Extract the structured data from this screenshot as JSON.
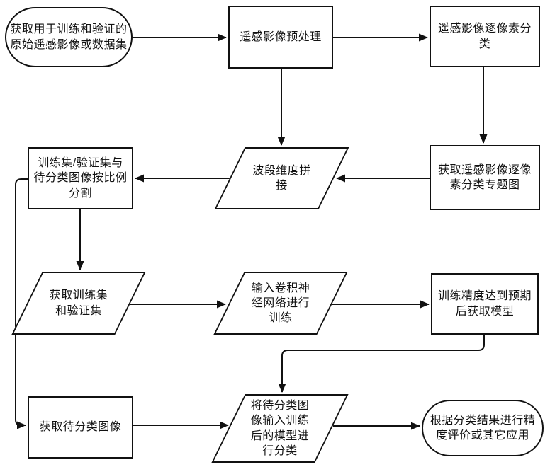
{
  "diagram": {
    "type": "flowchart",
    "line_color": "#111111",
    "shape_fill": "#ffffff",
    "nodes": {
      "start": {
        "shape": "terminator",
        "lines": [
          "获取用于训练和验证的",
          "原始遥感影像或数据集"
        ]
      },
      "preprocess": {
        "shape": "process",
        "lines": [
          "遥感影像预处理"
        ]
      },
      "perpixel": {
        "shape": "process",
        "lines": [
          "遥感影像逐像素分",
          "类"
        ]
      },
      "thematic": {
        "shape": "process",
        "lines": [
          "获取遥感影像逐像",
          "素分类专题图"
        ]
      },
      "band": {
        "shape": "parallelogram",
        "lines": [
          "波段维度拼",
          "接"
        ]
      },
      "split": {
        "shape": "process",
        "lines": [
          "训练集/验证集与",
          "待分类图像按比例",
          "分割"
        ]
      },
      "trainval": {
        "shape": "parallelogram",
        "lines": [
          "获取训练集",
          "和验证集"
        ]
      },
      "cnn": {
        "shape": "parallelogram",
        "lines": [
          "输入卷积神",
          "经网络进行",
          "训练"
        ]
      },
      "model": {
        "shape": "process",
        "lines": [
          "训练精度达到预期",
          "后获取模型"
        ]
      },
      "getimg": {
        "shape": "process",
        "lines": [
          "获取待分类图像"
        ]
      },
      "classify": {
        "shape": "parallelogram",
        "lines": [
          "将待分类图",
          "像输入训练",
          "后的模型进",
          "行分类"
        ]
      },
      "end": {
        "shape": "terminator",
        "lines": [
          "根据分类结果进行精",
          "度评价或其它应用"
        ]
      }
    },
    "edges": [
      {
        "from": "start",
        "to": "preprocess"
      },
      {
        "from": "preprocess",
        "to": "perpixel"
      },
      {
        "from": "perpixel",
        "to": "thematic"
      },
      {
        "from": "preprocess",
        "to": "band"
      },
      {
        "from": "thematic",
        "to": "band"
      },
      {
        "from": "band",
        "to": "split"
      },
      {
        "from": "split",
        "to": "trainval"
      },
      {
        "from": "split",
        "to": "getimg"
      },
      {
        "from": "trainval",
        "to": "cnn"
      },
      {
        "from": "cnn",
        "to": "model"
      },
      {
        "from": "model",
        "to": "classify"
      },
      {
        "from": "getimg",
        "to": "classify"
      },
      {
        "from": "classify",
        "to": "end"
      }
    ]
  }
}
